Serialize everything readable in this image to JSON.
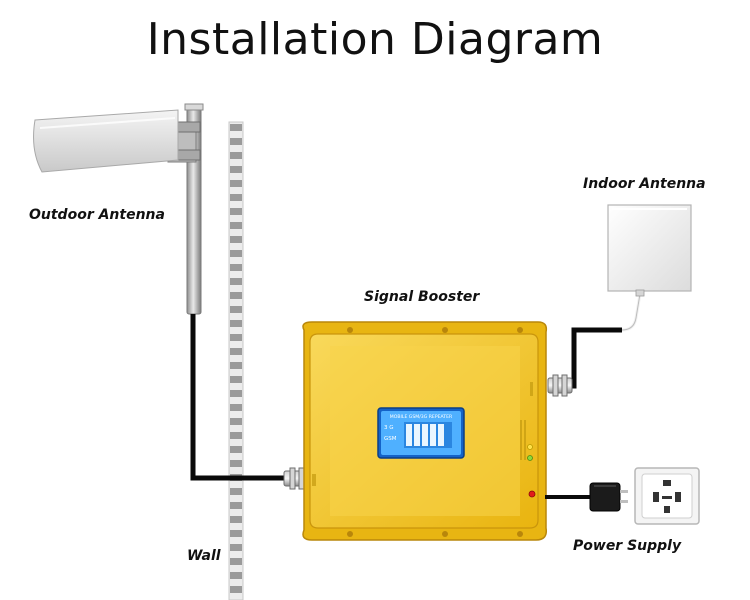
{
  "title": "Installation Diagram",
  "labels": {
    "outdoor_antenna": "Outdoor Antenna",
    "indoor_antenna": "Indoor Antenna",
    "signal_booster": "Signal Booster",
    "wall": "Wall",
    "power_supply": "Power Supply"
  },
  "booster_screen": {
    "line1": "MOBILE GSM/3G REPEATER",
    "line2": "3 G",
    "line3": "GSM"
  },
  "colors": {
    "booster_body": "#f2c21e",
    "booster_face": "#f7d34a",
    "screen_bezel": "#1463c8",
    "screen": "#4fb0ff",
    "cable": "#0a0a0a",
    "wall_dark": "#9a9a9a",
    "wall_light": "#ececec"
  },
  "icons": [
    "outdoor-antenna-icon",
    "indoor-antenna-icon",
    "signal-booster-icon",
    "power-socket-icon",
    "power-adapter-icon",
    "n-connector-icon"
  ]
}
